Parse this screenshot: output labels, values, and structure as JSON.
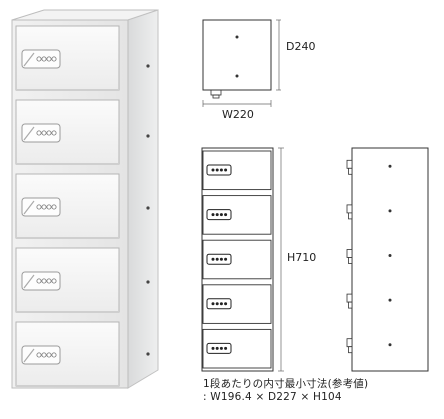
{
  "dimensions": {
    "depth": "D240",
    "width": "W220",
    "height": "H710"
  },
  "note": {
    "line1": "1段あたりの内寸最小寸法(参考値)",
    "line2": ": W196.4 × D227 × H104"
  },
  "product": {
    "tiers": 5,
    "lock_type": "keypad-lock-icon"
  },
  "colors": {
    "body": "#e9eaea",
    "door": "#f6f6f6",
    "outline": "#333333"
  }
}
